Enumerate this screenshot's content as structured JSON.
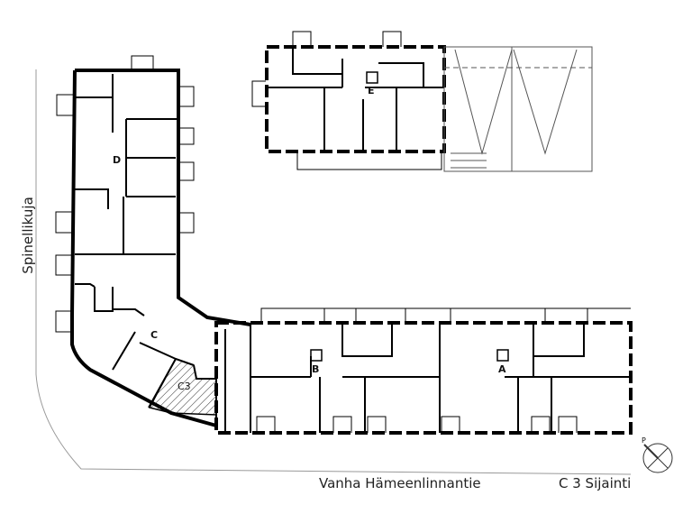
{
  "streets": {
    "left": "Spinellikuja",
    "bottom": "Vanha Hämeenlinnantie"
  },
  "caption": "C 3 Sijainti",
  "stairwells": [
    "D",
    "E",
    "C",
    "B",
    "A"
  ],
  "highlighted_unit": "C3",
  "compass_label": "P",
  "colors": {
    "walls": "#000000",
    "highlight_hatch": "#222222",
    "road_lines": "#999999"
  }
}
